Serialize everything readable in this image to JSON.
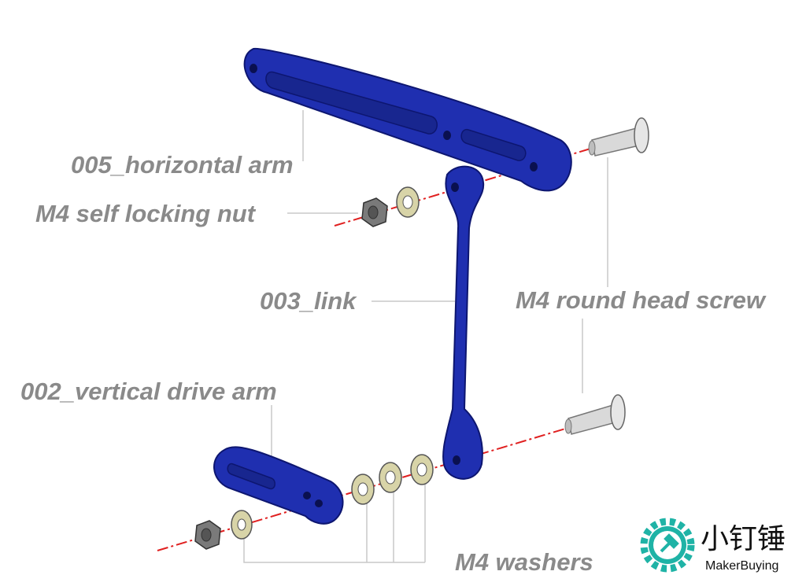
{
  "labels": {
    "horizontal_arm": "005_horizontal arm",
    "self_locking_nut": "M4 self locking nut",
    "link": "003_link",
    "round_head_screw": "M4 round head screw",
    "vertical_drive_arm": "002_vertical drive arm",
    "washers": "M4 washers"
  },
  "logo": {
    "chinese": "小钉锤",
    "english": "MakerBuying"
  },
  "colors": {
    "part_blue": "#1f2fb0",
    "part_blue_dark": "#0d1670",
    "axis_red": "#e02020",
    "leader_gray": "#c8c8c8",
    "label_gray": "#8a8a8a",
    "washer": "#d8d4a8",
    "nut": "#7a7a7a",
    "logo_teal": "#1fb3a6"
  }
}
